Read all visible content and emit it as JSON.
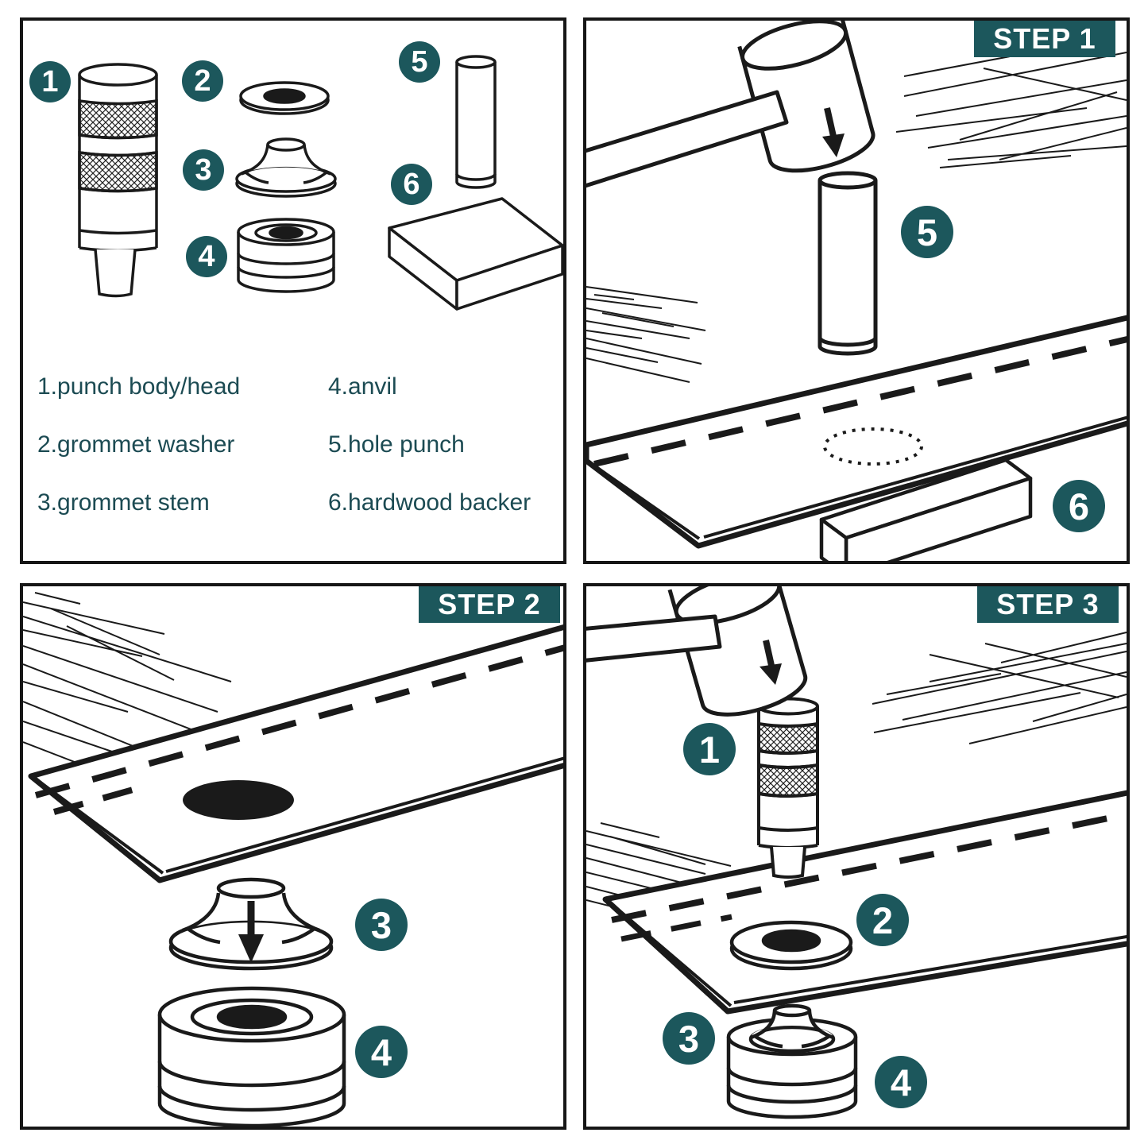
{
  "colors": {
    "accent": "#1c575c",
    "legend_text": "#1c4b53",
    "ink": "#1a1a1a"
  },
  "parts_panel": {
    "legend": {
      "col1": [
        "1.punch body/head",
        "2.grommet washer",
        "3.grommet stem"
      ],
      "col2": [
        "4.anvil",
        "5.hole punch",
        "6.hardwood backer"
      ]
    },
    "badges": {
      "punch_body": "1",
      "washer": "2",
      "stem": "3",
      "anvil": "4",
      "hole_punch": "5",
      "backer": "6"
    }
  },
  "step1_panel": {
    "title": "STEP 1",
    "badges": {
      "hole_punch": "5",
      "backer": "6"
    }
  },
  "step2_panel": {
    "title": "STEP 2",
    "badges": {
      "stem": "3",
      "anvil": "4"
    }
  },
  "step3_panel": {
    "title": "STEP 3",
    "badges": {
      "punch_body": "1",
      "washer": "2",
      "stem": "3",
      "anvil": "4"
    }
  }
}
